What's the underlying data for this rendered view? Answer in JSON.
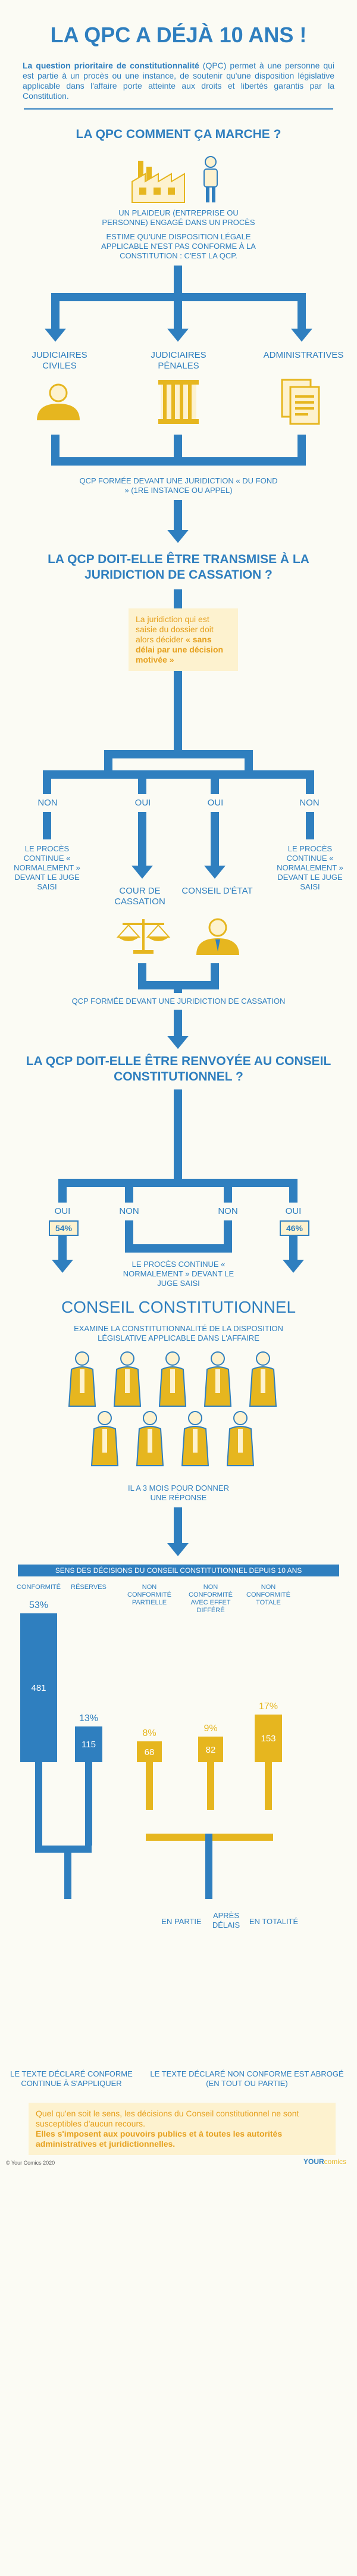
{
  "title": "LA QPC A DÉJÀ 10 ANS !",
  "intro": {
    "lead": "La question prioritaire de constitutionnalité",
    "rest": " (QPC) permet à une personne qui est partie à un procès ou une instance, de soutenir qu'une disposition législative applicable dans l'affaire porte atteinte aux droits et libertés garantis par la Constitution."
  },
  "section1": {
    "heading": "LA QPC COMMENT ÇA MARCHE ?",
    "plaintiff": "UN PLAIDEUR (ENTREPRISE OU PERSONNE) ENGAGÉ DANS UN PROCÈS",
    "estimate": "ESTIME QU'UNE DISPOSITION LÉGALE APPLICABLE N'EST PAS CONFORME À LA CONSTITUTION : C'EST LA QCP.",
    "jur1": "JUDICIAIRES CIVILES",
    "jur2": "JUDICIAIRES PÉNALES",
    "jur3": "ADMINISTRATIVES",
    "formed": "QCP FORMÉE DEVANT UNE JURIDICTION « DU FOND » (1RE INSTANCE OU APPEL)"
  },
  "section2": {
    "heading": "LA QCP DOIT-ELLE ÊTRE TRANSMISE À LA JURIDICTION DE CASSATION ?",
    "note_plain": "La juridiction qui est saisie du dossier doit alors décider ",
    "note_bold": "« sans délai par une décision motivée »",
    "non": "NON",
    "oui": "OUI",
    "continue_text": "LE PROCÈS CONTINUE « NORMALEMENT » DEVANT LE JUGE SAISI",
    "court1": "COUR DE CASSATION",
    "court2": "CONSEIL D'ÉTAT",
    "formed2": "QCP FORMÉE DEVANT UNE JURIDICTION DE CASSATION"
  },
  "section3": {
    "heading": "LA QCP DOIT-ELLE ÊTRE RENVOYÉE AU CONSEIL CONSTITUTIONNEL ?",
    "oui": "OUI",
    "non": "NON",
    "pct_left": "54%",
    "pct_right": "46%",
    "continue_text": "LE PROCÈS CONTINUE « NORMALEMENT » DEVANT LE JUGE SAISI"
  },
  "section4": {
    "heading": "CONSEIL CONSTITUTIONNEL",
    "sub": "EXAMINE LA CONSTITUTIONNALITÉ DE LA DISPOSITION LÉGISLATIVE APPLICABLE DANS L'AFFAIRE",
    "delay": "IL A 3 MOIS POUR DONNER UNE RÉPONSE"
  },
  "chart_data": {
    "type": "bar",
    "title": "SENS DES DÉCISIONS DU CONSEIL CONSTITUTIONNEL DEPUIS 10 ANS",
    "categories": [
      "CONFORMITÉ",
      "RÉSERVES",
      "NON CONFORMITÉ PARTIELLE",
      "NON CONFORMITÉ AVEC EFFET DIFFÉRÉ",
      "NON CONFORMITÉ TOTALE"
    ],
    "counts": [
      481,
      115,
      68,
      82,
      153
    ],
    "percent_labels": [
      "53%",
      "13%",
      "8%",
      "9%",
      "17%"
    ],
    "colors": [
      "#2f7fbf",
      "#2f7fbf",
      "#e6b61f",
      "#e6b61f",
      "#e6b61f"
    ]
  },
  "section5": {
    "partial": "EN PARTIE",
    "deferred": "APRÈS DÉLAIS",
    "total": "EN TOTALITÉ",
    "out_left": "LE TEXTE DÉCLARÉ CONFORME CONTINUE À S'APPLIQUER",
    "out_right": "LE TEXTE DÉCLARÉ NON CONFORME EST ABROGÉ (EN TOUT OU PARTIE)",
    "final_plain": "Quel qu'en soit le sens, les décisions du Conseil constitutionnel ne sont susceptibles d'aucun recours.",
    "final_bold": "Elles s'imposent aux pouvoirs publics et à toutes les autorités administratives et juridictionnelles."
  },
  "footer": {
    "copyright": "© Your Comics 2020",
    "logo_your": "YOUR",
    "logo_comics": "comics"
  }
}
